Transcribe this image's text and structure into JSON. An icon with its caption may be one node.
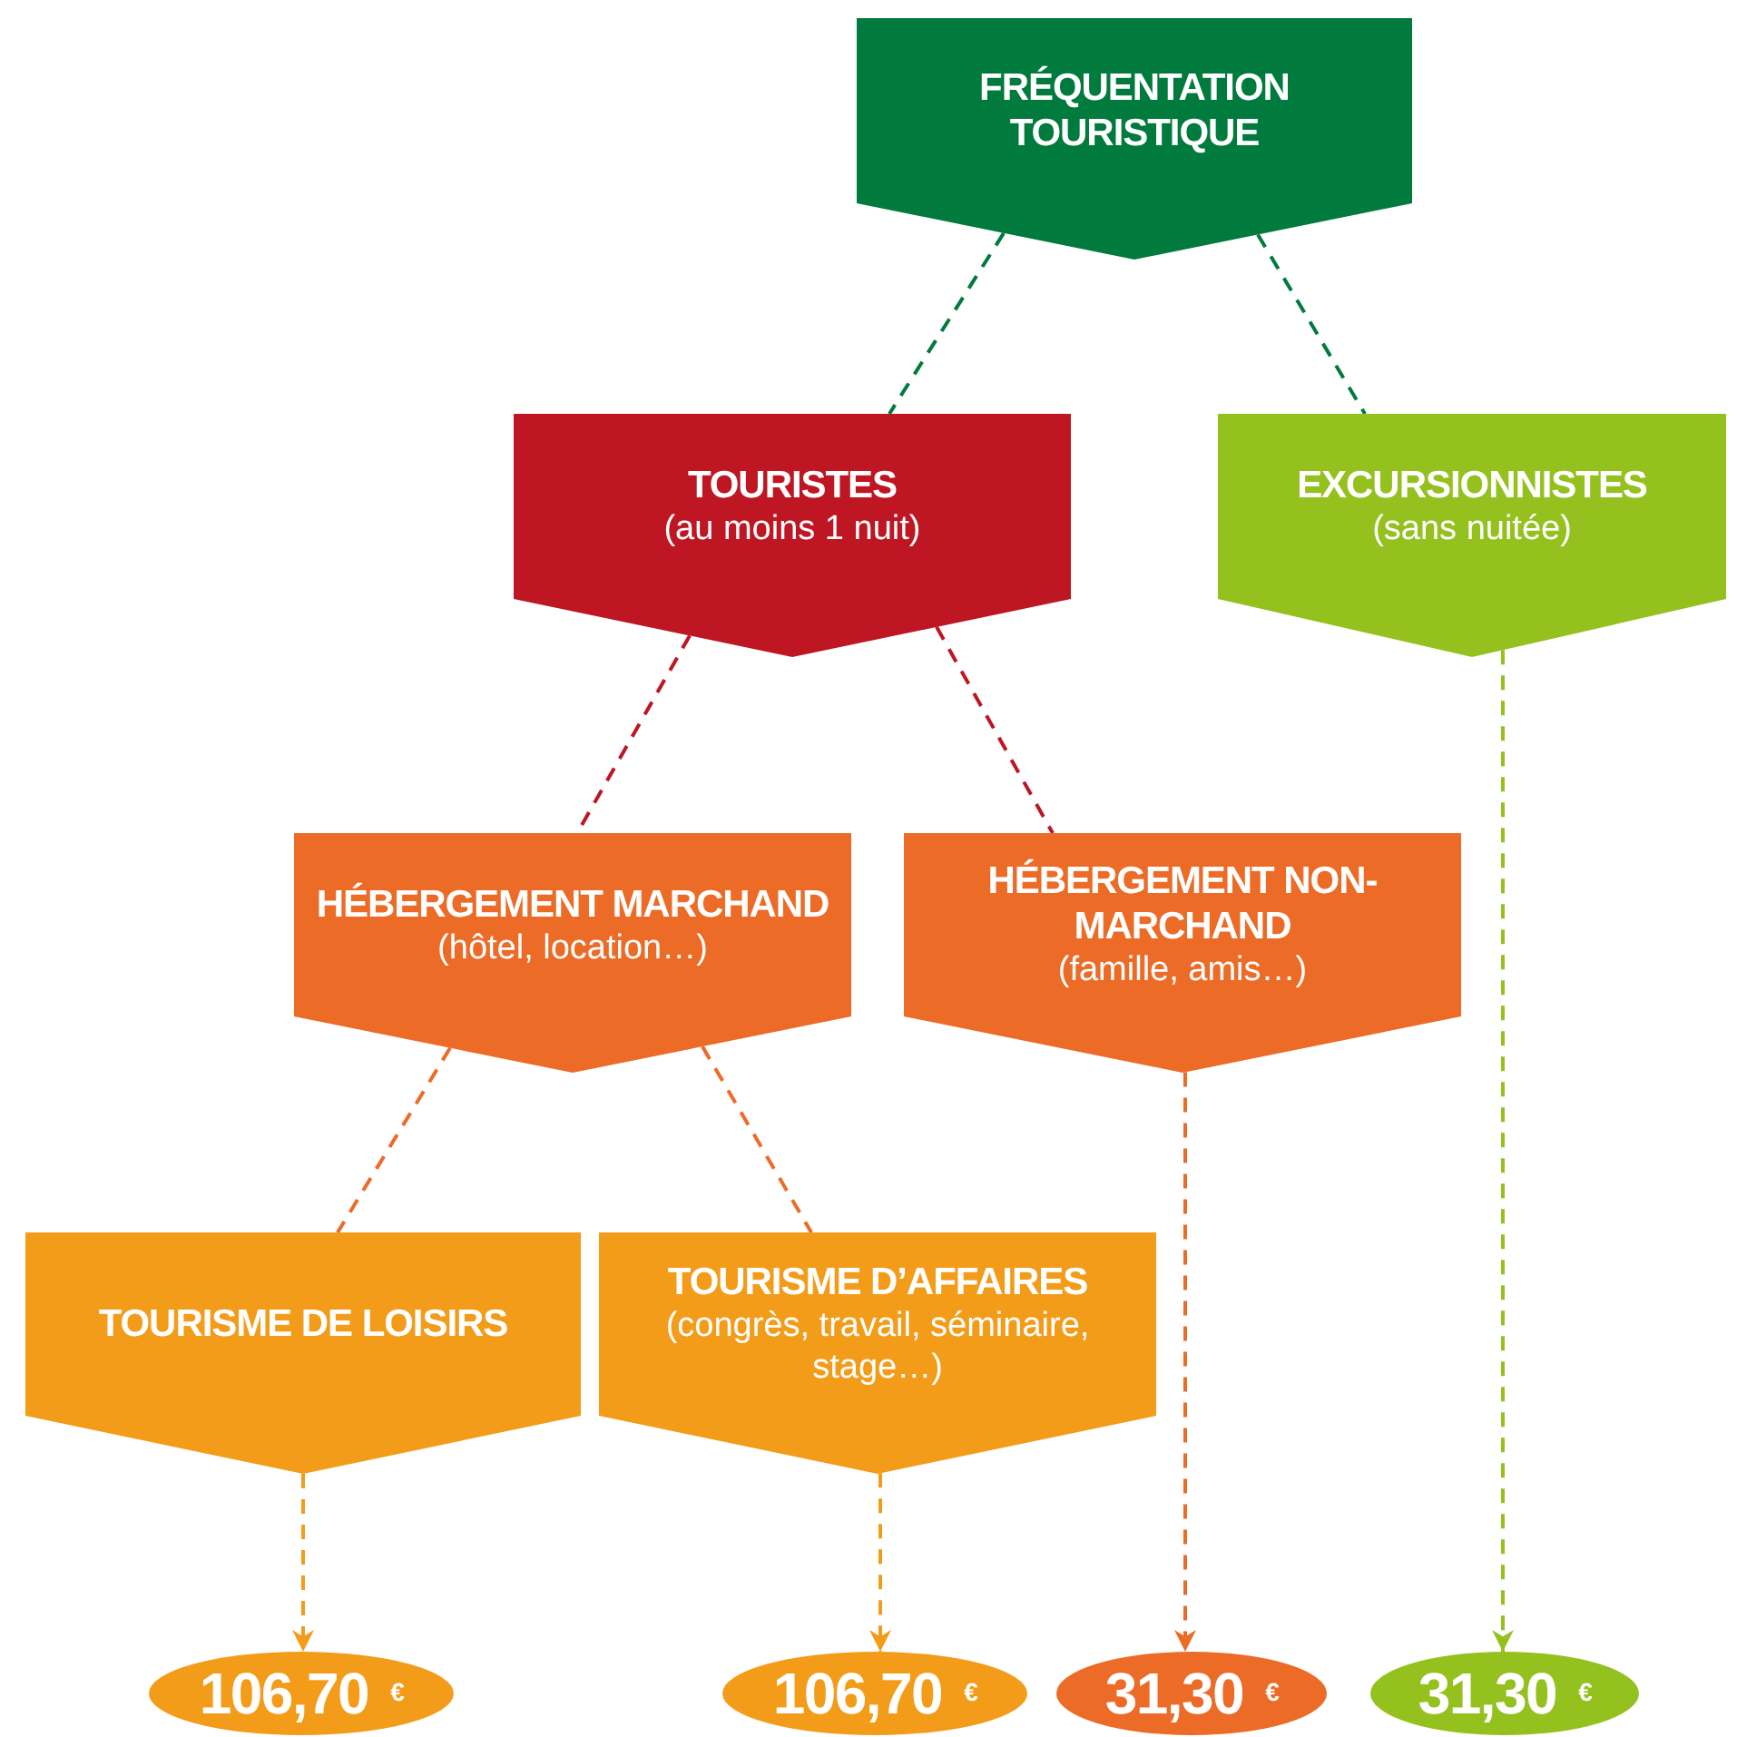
{
  "diagram": {
    "nodes": [
      {
        "text": [
          "FRÉQUENTATION TOURISTIQUE"
        ]
      },
      {
        "text": [
          "TOURISTES",
          "(au moins 1 nuit)"
        ]
      },
      {
        "text": [
          "EXCURSIONNISTES",
          "(sans nuitée)"
        ]
      },
      {
        "text": [
          "HÉBERGEMENT MARCHAND",
          "(hôtel, location…)"
        ]
      },
      {
        "text": [
          "HÉBERGEMENT NON-MARCHAND",
          "(famille, amis…)"
        ]
      },
      {
        "text": [
          "TOURISME DE LOISIRS"
        ]
      },
      {
        "text": [
          "TOURISME D’AFFAIRES",
          "(congrès, travail, séminaire, stage…)"
        ]
      },
      {
        "text": [
          "106,70 $^{€}$"
        ]
      },
      {
        "text": [
          "106,70 $^{€}$"
        ]
      },
      {
        "text": [
          "31,30 $^{€}$"
        ]
      },
      {
        "text": [
          "31,30 $^{€}$"
        ]
      }
    ],
    "edges": [
      {
        "from": 0,
        "to": 1,
        "arrow": "none",
        "style": "dashed",
        "color": "#007a3d"
      },
      {
        "from": 0,
        "to": 2,
        "arrow": "none",
        "style": "dashed",
        "color": "#007a3d"
      },
      {
        "from": 1,
        "to": 3,
        "arrow": "none",
        "style": "dashed",
        "color": "#be1622"
      },
      {
        "from": 1,
        "to": 4,
        "arrow": "none",
        "style": "dashed",
        "color": "#be1622"
      },
      {
        "from": 3,
        "to": 5,
        "arrow": "none",
        "style": "dashed",
        "color": "#ec6b26"
      },
      {
        "from": 3,
        "to": 6,
        "arrow": "none",
        "style": "dashed",
        "color": "#ec6b26"
      },
      {
        "from": 5,
        "to": 7,
        "arrow": "to",
        "style": "dashed",
        "color": "#f39c19"
      },
      {
        "from": 6,
        "to": 8,
        "arrow": "to",
        "style": "dashed",
        "color": "#f39c19"
      },
      {
        "from": 4,
        "to": 9,
        "arrow": "to",
        "style": "dashed",
        "color": "#ec6b26"
      },
      {
        "from": 2,
        "to": 10,
        "arrow": "to",
        "style": "dashed",
        "color": "#95c11f"
      }
    ]
  }
}
